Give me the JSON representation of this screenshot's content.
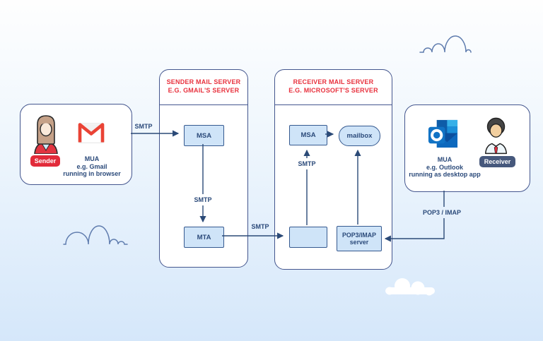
{
  "sender_card": {
    "badge": "Sender",
    "avatar_icon": "woman-avatar-icon",
    "app_icon": "gmail-icon",
    "mua_line1": "MUA",
    "mua_line2": "e.g. Gmail",
    "mua_line3": "running in browser"
  },
  "sender_server": {
    "title_line1": "SENDER MAIL SERVER",
    "title_line2": "E.G. GMAIL'S SERVER",
    "msa_label": "MSA",
    "mta_label": "MTA"
  },
  "receiver_server": {
    "title_line1": "RECEIVER MAIL SERVER",
    "title_line2": "E.G. MICROSOFT'S SERVER",
    "msa_label": "MSA",
    "mailbox_label": "mailbox",
    "pop3_line1": "POP3/IMAP",
    "pop3_line2": "server"
  },
  "receiver_card": {
    "badge": "Receiver",
    "avatar_icon": "man-avatar-icon",
    "app_icon": "outlook-icon",
    "mua_line1": "MUA",
    "mua_line2": "e.g. Outlook",
    "mua_line3": "running as desktop app"
  },
  "connector_labels": {
    "smtp_sender_to_msa": "SMTP",
    "smtp_msa_to_mta": "SMTP",
    "smtp_mta_to_mta": "SMTP",
    "smtp_mta_to_msa": "SMTP",
    "pop3_imap": "POP3 / IMAP"
  },
  "colors": {
    "title_red": "#e8323e",
    "sender_badge_red": "#e22b3a",
    "receiver_badge_navy": "#46587c",
    "text_navy": "#2b4a7a",
    "box_fill_blue": "#cfe4f8",
    "box_border_blue": "#35598f",
    "card_border_blue": "#44568e",
    "arrow_navy": "#2b4a77",
    "cloud_stroke": "#5f7cae"
  }
}
